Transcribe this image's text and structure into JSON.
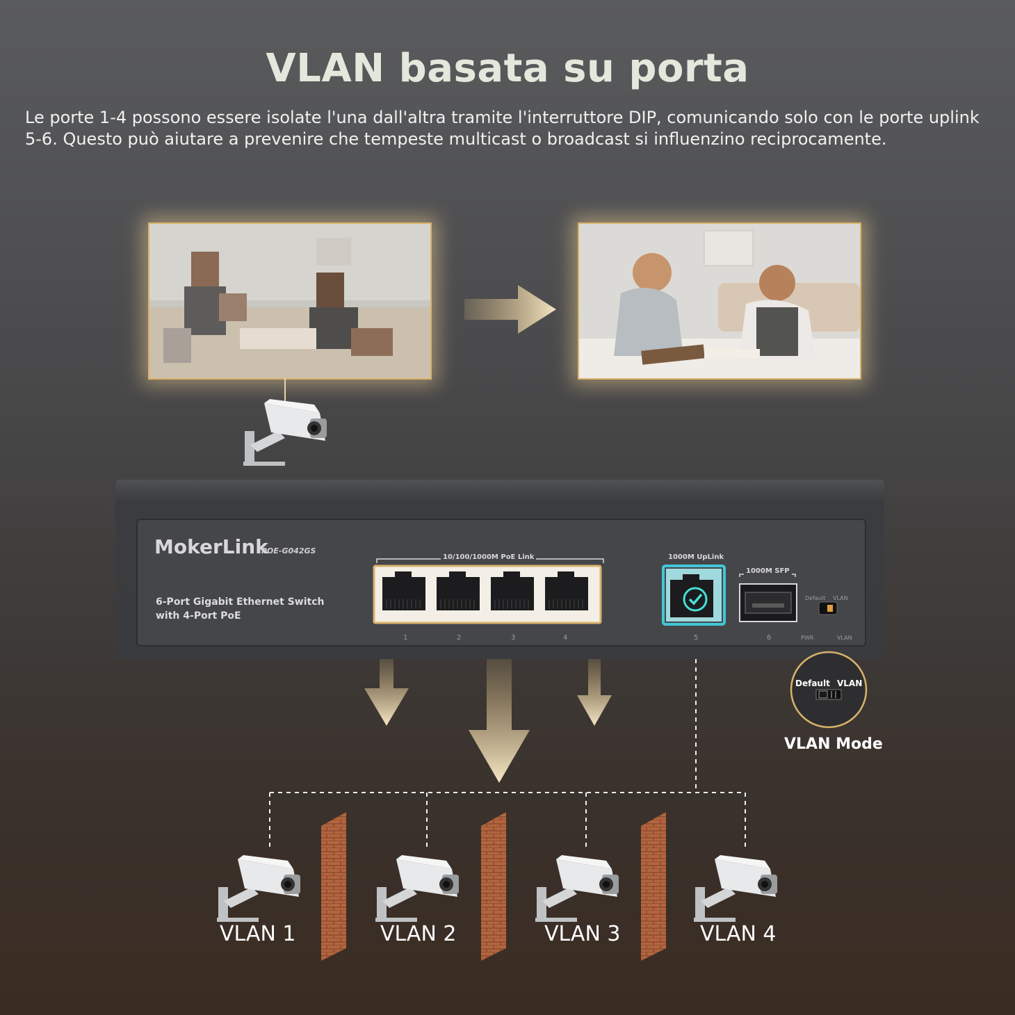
{
  "header": {
    "title": "VLAN basata su porta",
    "subtitle": "Le porte 1-4 possono essere isolate l'una dall'altra tramite l'interruttore DIP, comunicando solo con le porte uplink 5-6. Questo può aiutare a prevenire che tempeste multicast o broadcast si influenzino reciprocamente."
  },
  "switch": {
    "brand": "MokerLink",
    "model": "POE-G042GS",
    "description_line1": "6-Port Gigabit Ethernet Switch",
    "description_line2": "with 4-Port PoE",
    "poe_group_label": "10/100/1000M PoE Link",
    "uplink_label": "1000M UpLink",
    "sfp_label": "1000M SFP",
    "port_numbers": [
      "1",
      "2",
      "3",
      "4",
      "5",
      "6"
    ],
    "dip_labels": [
      "Default",
      "VLAN"
    ],
    "led_labels": [
      "PWR",
      "VLAN"
    ]
  },
  "vlan_mode": {
    "caption": "VLAN Mode",
    "switch_left": "Default",
    "switch_right": "VLAN"
  },
  "vlans": [
    "VLAN 1",
    "VLAN 2",
    "VLAN 3",
    "VLAN 4"
  ],
  "colors": {
    "title": "#e4e8dc",
    "glow": "#d8b36a",
    "uplink_glow": "#3fd6e6",
    "brick": "#b2653f"
  },
  "icons": [
    "security-camera-icon",
    "arrow-right-icon",
    "arrow-down-icon",
    "checkmark-icon",
    "brick-wall-icon"
  ]
}
